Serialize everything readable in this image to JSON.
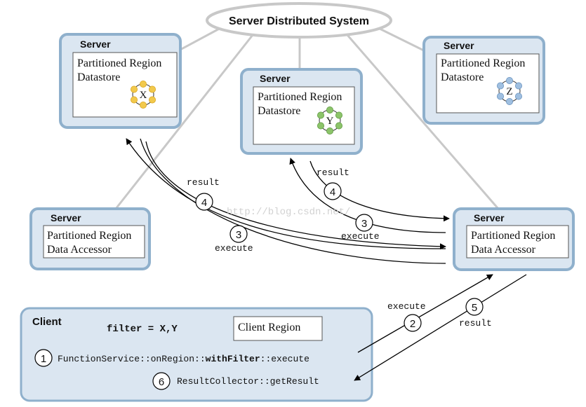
{
  "title": "Server Distributed System",
  "servers": [
    {
      "id": "server-x",
      "header": "Server",
      "line1": "Partitioned Region",
      "line2": "Datastore",
      "bucket": "X",
      "bucket_color": "#f2c94c",
      "bucket_stroke": "#d9a520"
    },
    {
      "id": "server-y",
      "header": "Server",
      "line1": "Partitioned Region",
      "line2": "Datastore",
      "bucket": "Y",
      "bucket_color": "#8cc46a",
      "bucket_stroke": "#5e9a40"
    },
    {
      "id": "server-z",
      "header": "Server",
      "line1": "Partitioned Region",
      "line2": "Datastore",
      "bucket": "Z",
      "bucket_color": "#9fbfe0",
      "bucket_stroke": "#6a93bf"
    },
    {
      "id": "server-accessor-left",
      "header": "Server",
      "line1": "Partitioned Region",
      "line2": "Data Accessor"
    },
    {
      "id": "server-accessor-right",
      "header": "Server",
      "line1": "Partitioned Region",
      "line2": "Data Accessor"
    }
  ],
  "client": {
    "header": "Client",
    "filter_label": "filter = X,Y",
    "region_label": "Client Region",
    "call_prefix": "FunctionService::onRegion::",
    "call_bold": "withFilter",
    "call_suffix": "::execute",
    "collector": "ResultCollector::getResult"
  },
  "steps": {
    "one": "1",
    "two": "2",
    "three": "3",
    "four": "4",
    "five": "5",
    "six": "6"
  },
  "labels": {
    "result": "result",
    "execute": "execute"
  },
  "watermark": "http://blog.csdn.net/",
  "colors": {
    "box_fill": "#dbe6f1",
    "box_border": "#8fb0cc",
    "line_gray": "#c8c8c8"
  }
}
